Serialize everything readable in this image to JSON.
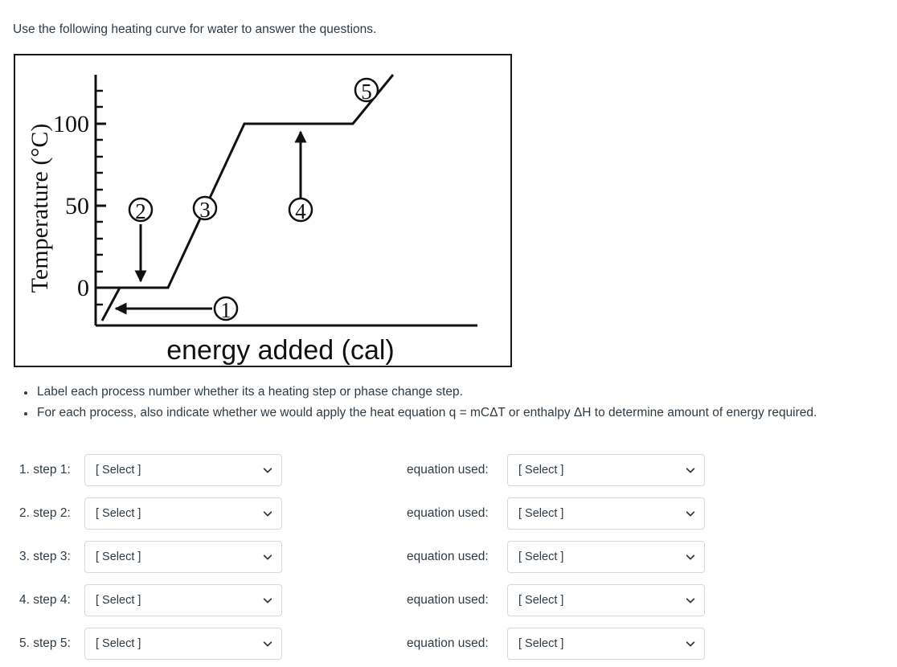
{
  "intro": "Use the following heating curve for water to answer the questions.",
  "chart_data": {
    "type": "line",
    "title": "",
    "xlabel": "energy added (cal)",
    "ylabel": "Temperature (°C)",
    "ytick_labels": [
      "0",
      "50",
      "100"
    ],
    "ytick_values": [
      0,
      50,
      100
    ],
    "ylim": [
      -25,
      135
    ],
    "xlim": [
      0,
      100
    ],
    "grid": false,
    "legend": null,
    "x": [
      2,
      10,
      28,
      62,
      88,
      98
    ],
    "y": [
      -20,
      0,
      0,
      100,
      100,
      125
    ],
    "segments": [
      {
        "name": "solid heating",
        "from": [
          2,
          -20
        ],
        "to": [
          10,
          0
        ]
      },
      {
        "name": "melting plateau",
        "from": [
          10,
          0
        ],
        "to": [
          28,
          0
        ]
      },
      {
        "name": "liquid heating",
        "from": [
          28,
          0
        ],
        "to": [
          62,
          100
        ]
      },
      {
        "name": "boiling plateau",
        "from": [
          62,
          100
        ],
        "to": [
          88,
          100
        ]
      },
      {
        "name": "gas heating",
        "from": [
          88,
          100
        ],
        "to": [
          98,
          125
        ]
      }
    ],
    "annotations": [
      {
        "label": "①",
        "marker": "1",
        "at": [
          45,
          -12
        ],
        "arrow": "left-to-solid-heating-segment"
      },
      {
        "label": "②",
        "marker": "2",
        "at": [
          20,
          56
        ],
        "arrow": "down-to-melting-plateau"
      },
      {
        "label": "③",
        "marker": "3",
        "at": [
          38,
          55
        ],
        "arrow": "none"
      },
      {
        "label": "④",
        "marker": "4",
        "at": [
          72,
          53
        ],
        "arrow": "up-to-boiling-plateau"
      },
      {
        "label": "⑤",
        "marker": "5",
        "at": [
          90,
          122
        ],
        "arrow": "none"
      }
    ]
  },
  "instructions": [
    "Label each process number whether its a heating step or phase change step.",
    "For each process, also indicate whether we would apply the heat equation q = mCΔT or enthalpy ΔH to determine amount of energy required."
  ],
  "select_placeholder": "[ Select ]",
  "equation_label": "equation used:",
  "rows": [
    {
      "num": "1. step 1:",
      "step_value": "[ Select ]",
      "equation_label": "equation used:",
      "equation_value": "[ Select ]"
    },
    {
      "num": "2. step 2:",
      "step_value": "[ Select ]",
      "equation_label": "equation used:",
      "equation_value": "[ Select ]"
    },
    {
      "num": "3. step 3:",
      "step_value": "[ Select ]",
      "equation_label": "equation used:",
      "equation_value": "[ Select ]"
    },
    {
      "num": "4. step 4:",
      "step_value": "[ Select ]",
      "equation_label": "equation used:",
      "equation_value": "[ Select ]"
    },
    {
      "num": "5. step 5:",
      "step_value": "[ Select ]",
      "equation_label": "equation used:",
      "equation_value": "[ Select ]"
    }
  ],
  "colors": {
    "text": "#2d3b45",
    "select_border": "#d6d8da",
    "figure_border": "#1a1a1a",
    "curve": "#111111"
  }
}
